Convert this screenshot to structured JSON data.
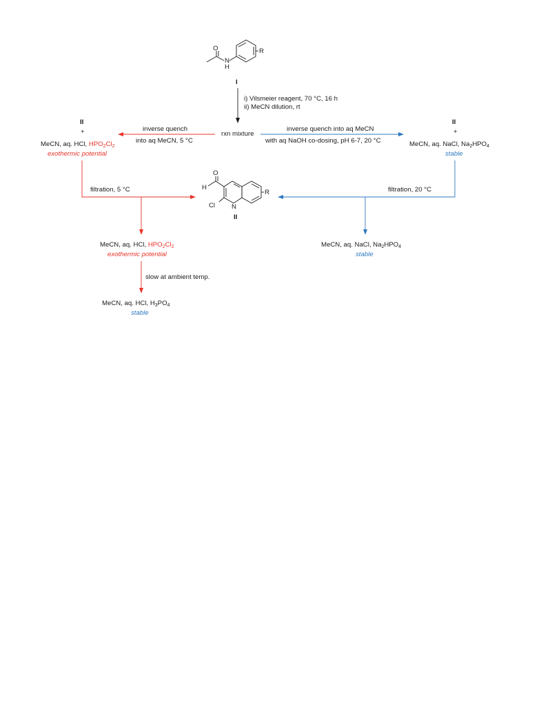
{
  "start_material": {
    "label": "I",
    "atoms": {
      "O": "O",
      "N": "N",
      "H": "H",
      "R": "R"
    }
  },
  "step1": {
    "line1": "i) Vilsmeier reagent, 70 °C, 16 h",
    "line2": "ii) MeCN dilution, rt"
  },
  "rxn_mixture": "rxn mixture",
  "left_branch": {
    "arrow_label_1": "inverse quench",
    "arrow_label_2": "into aq MeCN, 5 °C",
    "product": "II",
    "plus": "+",
    "mixture_black": "MeCN, aq. HCl, ",
    "mixture_red": "HPO",
    "mixture_red_sub1": "2",
    "mixture_red_mid": "Cl",
    "mixture_red_sub2": "2",
    "hazard": "exothermic potential",
    "filtration": "filtration, 5 °C",
    "filtrate_black": "MeCN, aq. HCl, ",
    "filtrate_red": "HPO",
    "filtrate_red_sub1": "2",
    "filtrate_red_mid": "Cl",
    "filtrate_red_sub2": "2",
    "filtrate_hazard": "exothermic potential",
    "slow_step": "slow at ambient temp.",
    "final_black": "MeCN, aq. HCl, H",
    "final_sub1": "3",
    "final_mid": "PO",
    "final_sub2": "4",
    "final_status": "stable"
  },
  "right_branch": {
    "arrow_label_1": "inverse quench into aq MeCN",
    "arrow_label_2": "with aq NaOH co-dosing, pH 6-7, 20 °C",
    "product": "II",
    "plus": "+",
    "mixture": "MeCN, aq. NaCl, Na",
    "mixture_sub1": "2",
    "mixture_mid": "HPO",
    "mixture_sub2": "4",
    "status": "stable",
    "filtration": "filtration, 20 °C",
    "filtrate": "MeCN, aq. NaCl, Na",
    "filtrate_sub1": "2",
    "filtrate_mid": "HPO",
    "filtrate_sub2": "4",
    "filtrate_status": "stable"
  },
  "product_structure": {
    "label": "II",
    "atoms": {
      "O": "O",
      "H": "H",
      "Cl": "Cl",
      "N": "N",
      "R": "R"
    }
  },
  "colors": {
    "hazard": "#e8332a",
    "safe": "#2f79c0",
    "neutral": "#1a1a1a"
  }
}
